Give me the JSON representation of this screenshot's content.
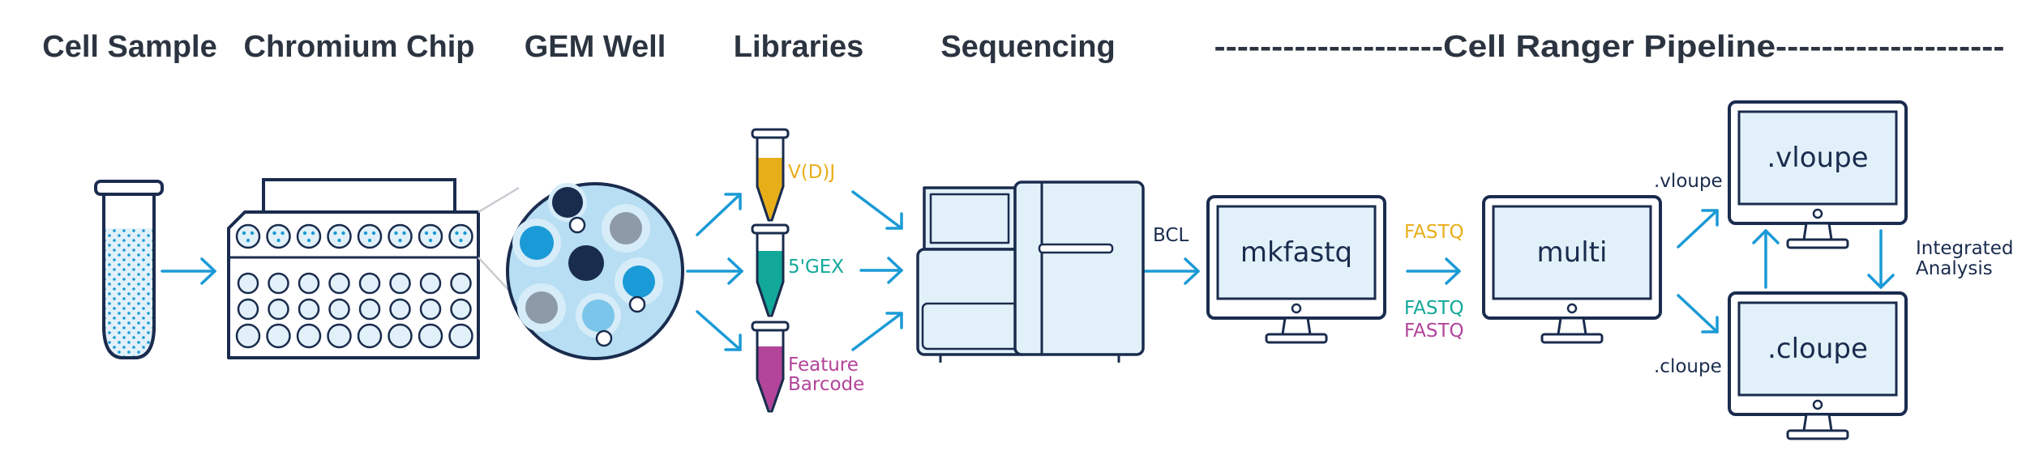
{
  "colors": {
    "navy": "#1a2c4e",
    "blue": "#1a9ad6",
    "light": "#e2f1f9",
    "vdj": "#e8ae1a",
    "gex": "#12a89a",
    "feature": "#b2449a"
  },
  "stages": {
    "cell_sample": "Cell Sample",
    "chromium_chip": "Chromium Chip",
    "gem_well": "GEM Well",
    "libraries": "Libraries",
    "sequencing": "Sequencing",
    "pipeline": "--------------------Cell Ranger Pipeline--------------------"
  },
  "libraries": {
    "vdj": "V(D)J",
    "gex": "5'GEX",
    "feature_line1": "Feature",
    "feature_line2": "Barcode"
  },
  "flow": {
    "bcl": "BCL",
    "fastq_vdj": "FASTQ",
    "fastq_gex": "FASTQ",
    "fastq_feature": "FASTQ",
    "vloupe_arrow": ".vloupe",
    "cloupe_arrow": ".cloupe",
    "integrated_line1": "Integrated",
    "integrated_line2": "Analysis"
  },
  "screens": {
    "mkfastq": "mkfastq",
    "multi": "multi",
    "vloupe": ".vloupe",
    "cloupe": ".cloupe"
  }
}
